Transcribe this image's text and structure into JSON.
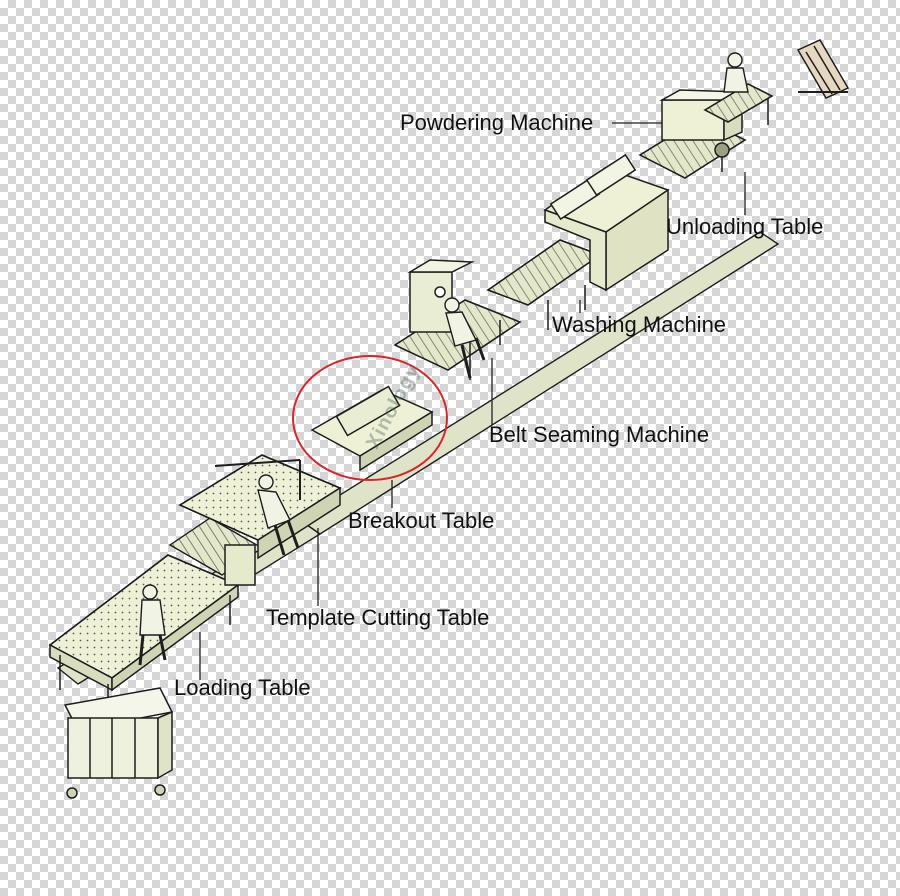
{
  "labels": {
    "powdering": "Powdering Machine",
    "unloading": "Unloading Table",
    "washing": "Washing Machine",
    "belt_seaming": "Belt Seaming Machine",
    "breakout": "Breakout Table",
    "template_cutting": "Template Cutting Table",
    "loading": "Loading Table"
  },
  "watermark": "Xinology",
  "colors": {
    "table_fill": "#eef1d6",
    "machine_fill": "#e9edd3",
    "outline": "#1e1e1e",
    "leader": "#222222",
    "highlight_circle": "#d7262e"
  },
  "icons": [
    "worker-icon",
    "glass-rack-icon",
    "roller-conveyor-icon"
  ]
}
